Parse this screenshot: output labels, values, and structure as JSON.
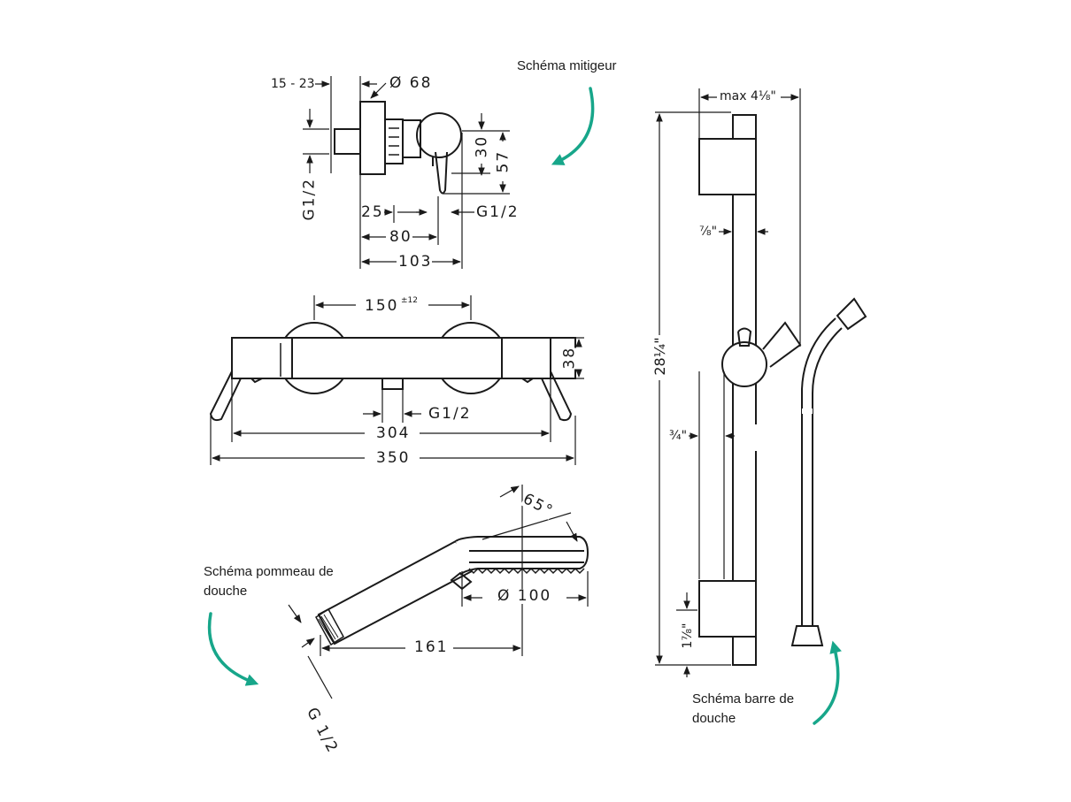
{
  "captions": {
    "mitigeur": "Schéma mitigeur",
    "pommeau_line1": "Schéma pommeau de",
    "pommeau_line2": "douche",
    "barre_line1": "Schéma barre de",
    "barre_line2": "douche"
  },
  "mitigeur_dims": {
    "offset": "15 - 23",
    "diameter": "Ø 68",
    "thread_left": "G1/2",
    "d25": "25",
    "d80": "80",
    "d103": "103",
    "thread_right": "G1/2",
    "d30": "30",
    "d57": "57"
  },
  "front_dims": {
    "d150": "150",
    "tolerance": "±12",
    "d38": "38",
    "thread": "G1/2",
    "d304": "304",
    "d350": "350"
  },
  "pommeau_dims": {
    "angle": "65°",
    "diameter": "Ø  100",
    "d161": "161",
    "thread": "G 1/2"
  },
  "barre_dims": {
    "max": "max 4⅛\"",
    "seven_eighths": "⅞\"",
    "height": "28¼\"",
    "three_quarters": "¾\"",
    "one_seven_eighths": "1⅞\""
  },
  "colors": {
    "line": "#1a1a1a",
    "arrow": "#17a68a"
  }
}
